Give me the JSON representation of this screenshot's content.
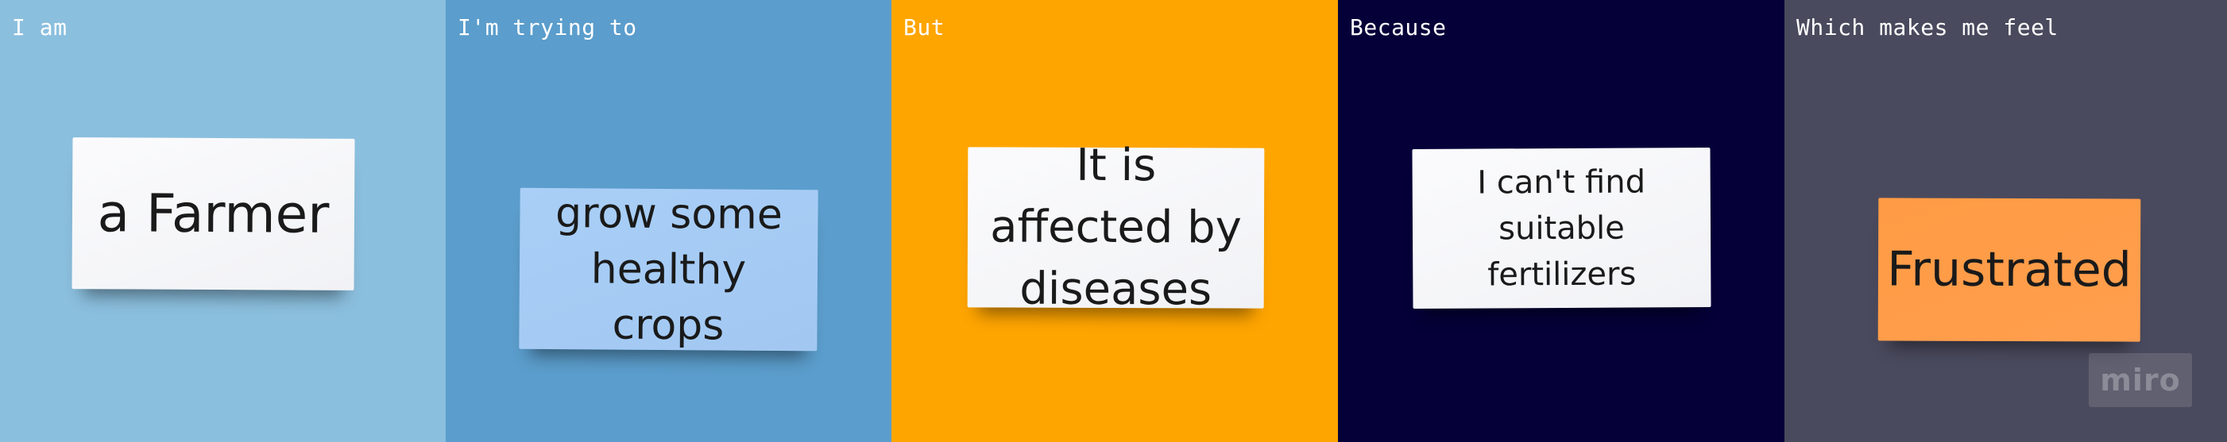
{
  "board": {
    "panels": [
      {
        "label": "I am",
        "note": "a Farmer",
        "background": "#8bbfde",
        "note_color": "white"
      },
      {
        "label": "I'm trying to",
        "note": "grow some healthy crops",
        "background": "#5b9dcc",
        "note_color": "light-blue"
      },
      {
        "label": "But",
        "note": "It is affected by diseases",
        "background": "#ffa500",
        "note_color": "white"
      },
      {
        "label": "Because",
        "note": "I can't find suitable fertilizers",
        "background": "#050038",
        "note_color": "white"
      },
      {
        "label": "Which makes me feel",
        "note": "Frustrated",
        "background": "#4a4a5e",
        "note_color": "orange"
      }
    ]
  },
  "watermark": {
    "text": "miro"
  }
}
